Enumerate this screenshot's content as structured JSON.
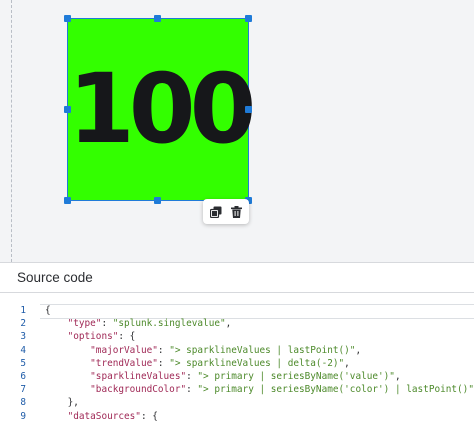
{
  "visualization": {
    "major_value": "100",
    "background_color": "#33ff00",
    "selection_color": "#1f7bd8"
  },
  "toolbar": {
    "clone_icon": "clone-icon",
    "delete_icon": "trash-icon"
  },
  "panel": {
    "title": "Source code"
  },
  "code_lines": [
    {
      "num": "1",
      "text": "{"
    },
    {
      "num": "2",
      "text": "    \"type\": \"splunk.singlevalue\","
    },
    {
      "num": "3",
      "text": "    \"options\": {"
    },
    {
      "num": "4",
      "text": "        \"majorValue\": \"> sparklineValues | lastPoint()\","
    },
    {
      "num": "5",
      "text": "        \"trendValue\": \"> sparklineValues | delta(-2)\","
    },
    {
      "num": "6",
      "text": "        \"sparklineValues\": \"> primary | seriesByName('value')\","
    },
    {
      "num": "7",
      "text": "        \"backgroundColor\": \"> primary | seriesByName('color') | lastPoint()\""
    },
    {
      "num": "8",
      "text": "    },"
    },
    {
      "num": "9",
      "text": "    \"dataSources\": {"
    }
  ]
}
